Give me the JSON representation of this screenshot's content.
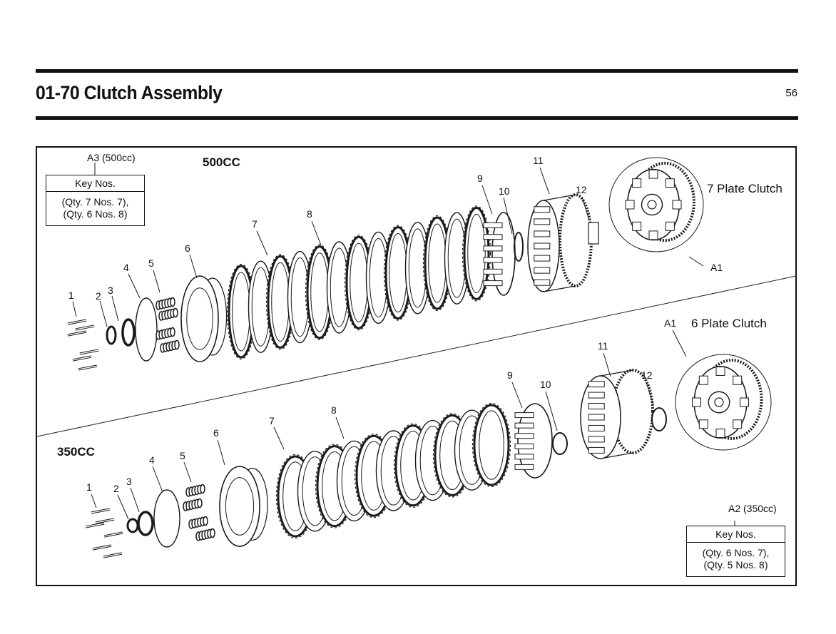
{
  "header": {
    "title": "01-70 Clutch Assembly",
    "page_number": "56"
  },
  "sections": {
    "top": "500CC",
    "bottom": "350CC"
  },
  "assemblies": {
    "top": "7 Plate Clutch",
    "bottom": "6 Plate Clutch",
    "a1": "A1"
  },
  "key_boxes": {
    "a3": {
      "ref": "A3",
      "variant": "(500cc)",
      "header": "Key Nos.",
      "line1": "(Qty. 7 Nos. 7),",
      "line2": "(Qty. 6 Nos. 8)"
    },
    "a2": {
      "ref": "A2",
      "variant": "(350cc)",
      "header": "Key Nos.",
      "line1": "(Qty. 6 Nos. 7),",
      "line2": "(Qty. 5 Nos. 8)"
    }
  },
  "callouts": {
    "n1": "1",
    "n2": "2",
    "n3": "3",
    "n4": "4",
    "n5": "5",
    "n6": "6",
    "n7": "7",
    "n8": "8",
    "n9": "9",
    "n10": "10",
    "n11": "11",
    "n12": "12"
  }
}
